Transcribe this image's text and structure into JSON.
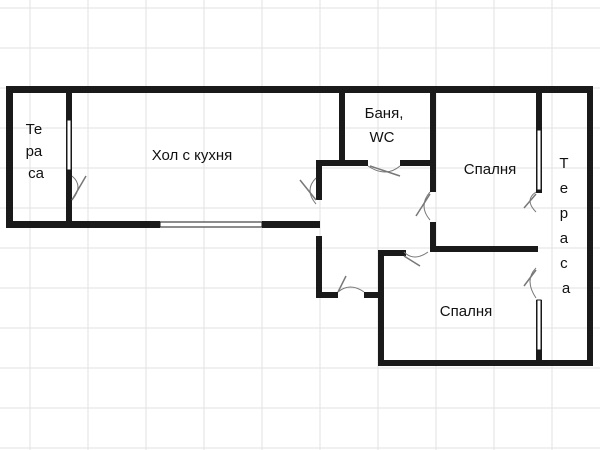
{
  "rooms": {
    "terrace_left": "Тераса",
    "living_kitchen": "Хол с кухня",
    "bathroom_line1": "Баня,",
    "bathroom_line2": "WC",
    "bedroom_top": "Спалня",
    "terrace_right": "Тераса",
    "bedroom_bottom": "Спалня"
  },
  "colors": {
    "wall": "#1a1a1a",
    "grid": "#e2e2e2",
    "door": "#777777"
  }
}
